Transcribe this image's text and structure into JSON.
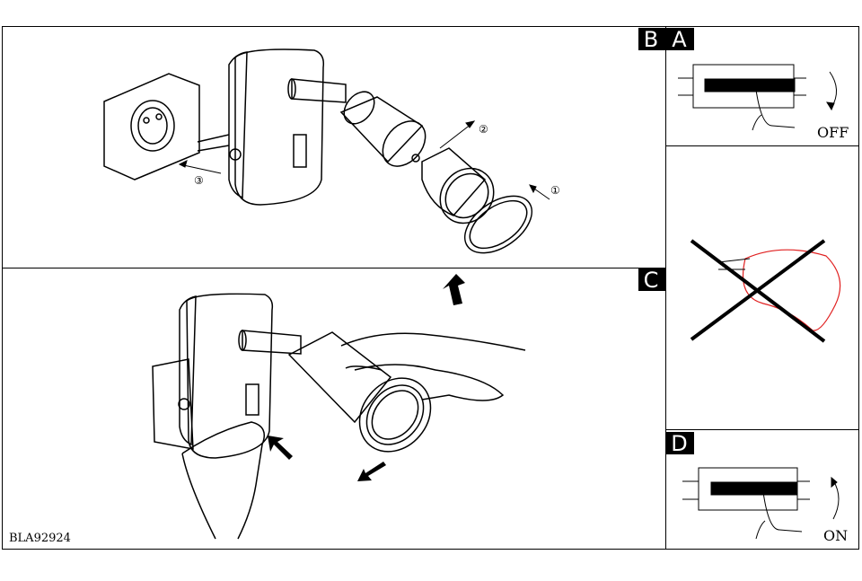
{
  "labels": {
    "step_b": "B",
    "step_a": "A",
    "step_c": "C",
    "step_d": "D"
  },
  "steps": {
    "one": "①",
    "two": "②",
    "three": "③"
  },
  "switch_states": {
    "off": "OFF",
    "on": "ON"
  },
  "product_code": "BLA92924",
  "colors": {
    "ink": "#000000",
    "cloth": "#e02020"
  }
}
